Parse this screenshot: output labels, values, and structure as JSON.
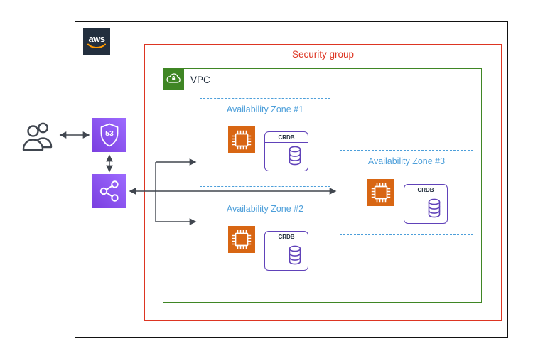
{
  "diagram": {
    "aws_logo_text": "aws",
    "security_group": {
      "label": "Security group"
    },
    "vpc": {
      "label": "VPC"
    },
    "zones": [
      {
        "label": "Availability Zone #1"
      },
      {
        "label": "Availability Zone #2"
      },
      {
        "label": "Availability Zone #3"
      }
    ],
    "crdb": {
      "label": "CRDB"
    },
    "route53": {
      "label": "53"
    },
    "colors": {
      "aws_dark": "#232F3E",
      "security_group_red": "#DD3522",
      "vpc_green": "#3F8624",
      "az_blue": "#4D9FDA",
      "ec2_orange": "#D86613",
      "network_purple": "#8C4FFF",
      "crdb_purple": "#6042B9",
      "arrow_gray": "#40464F",
      "smile_orange": "#FF9900"
    }
  }
}
